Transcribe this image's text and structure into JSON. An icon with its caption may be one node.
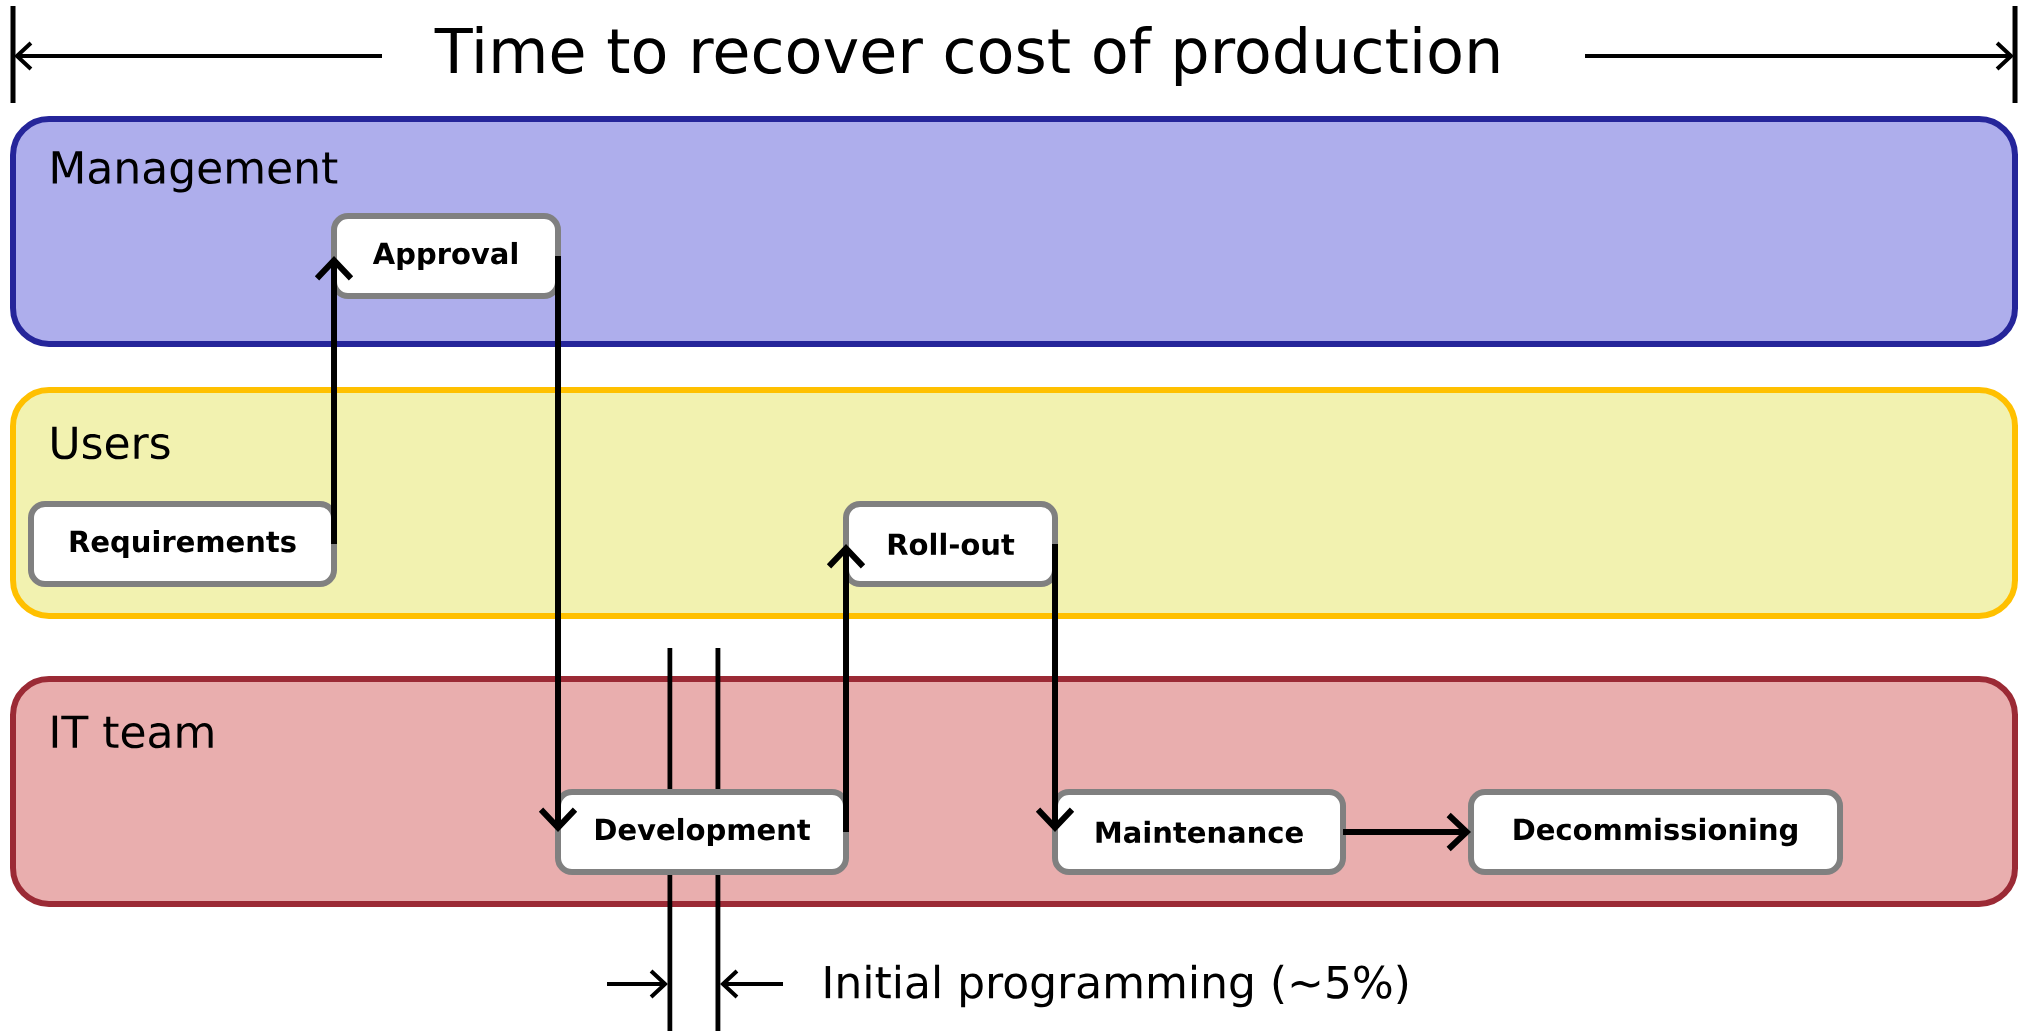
{
  "diagram": {
    "title": "Time to recover cost of production",
    "nodes": [
      {
        "text": [
          "Management"
        ]
      },
      {
        "text": [
          "Approval"
        ],
        "in": 0
      },
      {
        "text": [
          "Users"
        ]
      },
      {
        "text": [
          "Requirements"
        ],
        "in": 2
      },
      {
        "text": [
          "Roll-out"
        ],
        "in": 2
      },
      {
        "text": [
          "IT team"
        ]
      },
      {
        "text": [
          "Development"
        ],
        "in": 5
      },
      {
        "text": [
          "Maintenance"
        ],
        "in": 5
      },
      {
        "text": [
          "Decommissioning"
        ],
        "in": 5
      }
    ],
    "edges": [
      {
        "from": 3,
        "to": 1,
        "arrow": "to"
      },
      {
        "from": 1,
        "to": 6,
        "arrow": "to"
      },
      {
        "from": 6,
        "to": 4,
        "arrow": "to"
      },
      {
        "from": 4,
        "to": 7,
        "arrow": "to"
      },
      {
        "from": 7,
        "to": 8,
        "arrow": "to"
      }
    ],
    "labels": [
      "Initial programming (~5%)"
    ]
  }
}
